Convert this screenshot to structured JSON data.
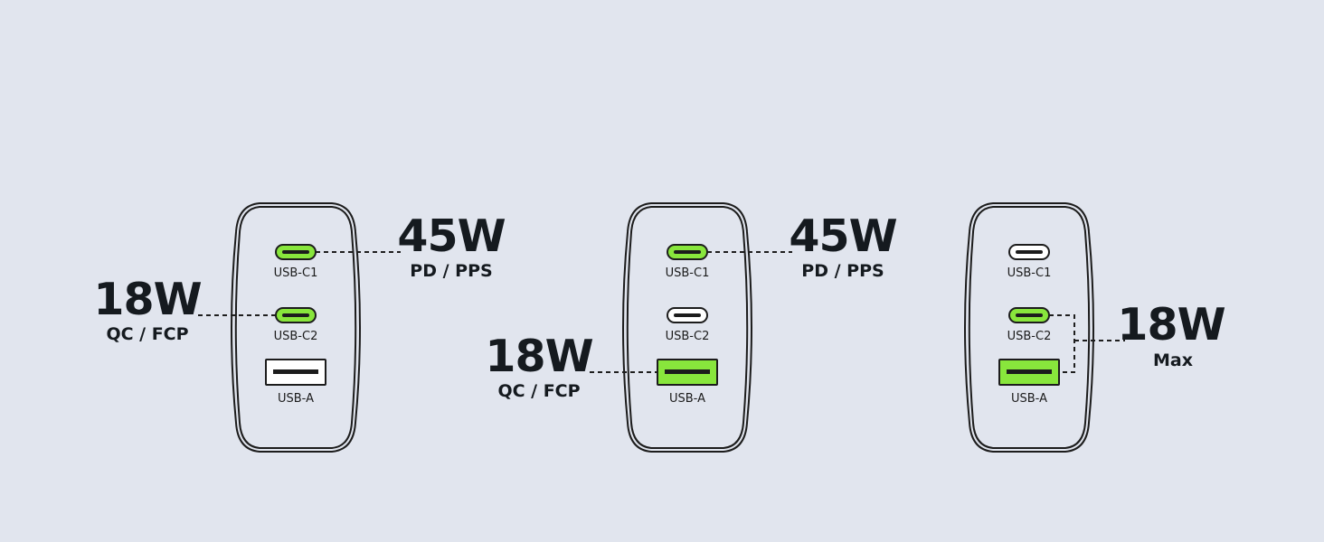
{
  "colors": {
    "background": "#e1e5ee",
    "active_port": "#88e63c",
    "inactive_port": "#ffffff",
    "outline": "#1c1c1c",
    "text": "#151a1f"
  },
  "chargers": [
    {
      "ports": [
        {
          "label": "USB-C1",
          "type": "usb-c",
          "active": true
        },
        {
          "label": "USB-C2",
          "type": "usb-c",
          "active": true
        },
        {
          "label": "USB-A",
          "type": "usb-a",
          "active": false
        }
      ],
      "callouts": [
        {
          "port": "USB-C1",
          "side": "right",
          "watt": "45W",
          "protocol": "PD / PPS"
        },
        {
          "port": "USB-C2",
          "side": "left",
          "watt": "18W",
          "protocol": "QC / FCP"
        }
      ]
    },
    {
      "ports": [
        {
          "label": "USB-C1",
          "type": "usb-c",
          "active": true
        },
        {
          "label": "USB-C2",
          "type": "usb-c",
          "active": false
        },
        {
          "label": "USB-A",
          "type": "usb-a",
          "active": true
        }
      ],
      "callouts": [
        {
          "port": "USB-C1",
          "side": "right",
          "watt": "45W",
          "protocol": "PD / PPS"
        },
        {
          "port": "USB-A",
          "side": "left",
          "watt": "18W",
          "protocol": "QC / FCP"
        }
      ]
    },
    {
      "ports": [
        {
          "label": "USB-C1",
          "type": "usb-c",
          "active": false
        },
        {
          "label": "USB-C2",
          "type": "usb-c",
          "active": true
        },
        {
          "label": "USB-A",
          "type": "usb-a",
          "active": true
        }
      ],
      "callouts": [
        {
          "port": "USB-C2+USB-A",
          "side": "right-bracket",
          "watt": "18W",
          "protocol": "Max"
        }
      ]
    }
  ]
}
